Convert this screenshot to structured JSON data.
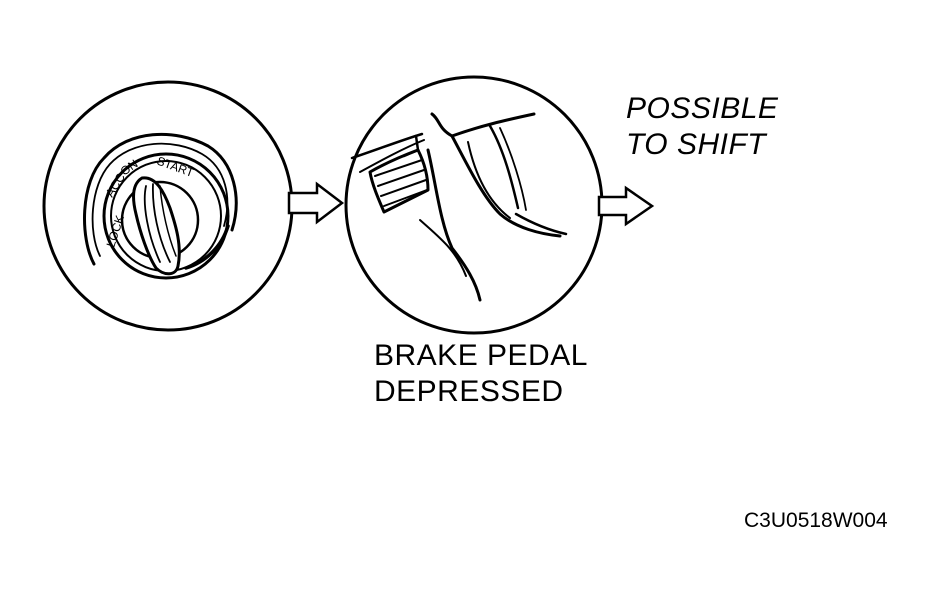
{
  "ignition": {
    "positions": [
      "LOCK",
      "ACC",
      "ON",
      "START"
    ]
  },
  "result_label": {
    "line1": "POSSIBLE",
    "line2": "TO SHIFT"
  },
  "brake_label": {
    "line1": "BRAKE PEDAL",
    "line2": "DEPRESSED"
  },
  "figure_code": "C3U0518W004"
}
